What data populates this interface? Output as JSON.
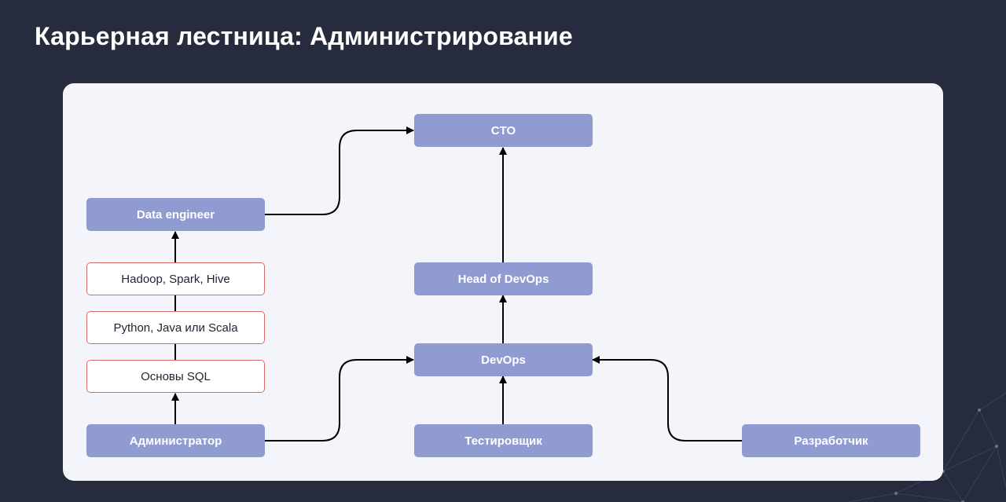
{
  "page": {
    "title": "Карьерная лестница: Администрирование"
  },
  "diagram": {
    "roles": {
      "cto": "CTO",
      "data_engineer": "Data engineer",
      "head_of_devops": "Head of DevOps",
      "devops": "DevOps",
      "administrator": "Администратор",
      "tester": "Тестировщик",
      "developer": "Разработчик"
    },
    "skills": {
      "hadoop": "Hadoop, Spark, Hive",
      "python": "Python, Java или Scala",
      "sql": "Основы SQL"
    }
  },
  "colors": {
    "background": "#262c3e",
    "card": "#f4f5fa",
    "role_fill": "#8f9bd1",
    "skill_border": "#d96a6a",
    "arrow": "#000000"
  }
}
